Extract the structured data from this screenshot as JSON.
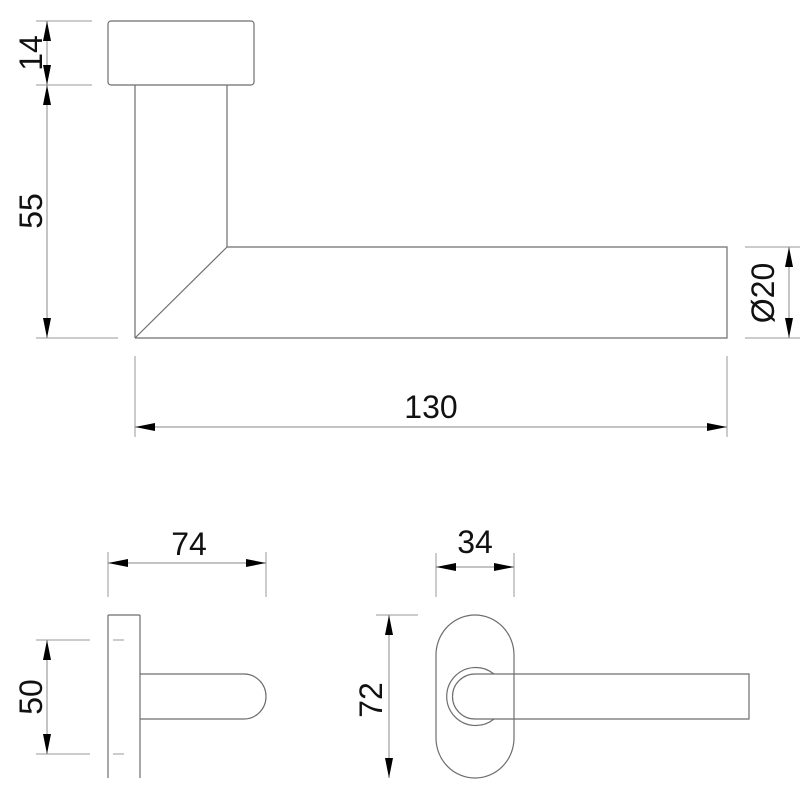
{
  "drawing": {
    "title": "Lever door handle technical drawing",
    "colors": {
      "outline": "#6e6e6e",
      "dimension": "#8a8a8a",
      "text": "#111111",
      "background": "#ffffff"
    }
  },
  "side_view": {
    "dimensions": {
      "rosette_height": "14",
      "neck_height": "55",
      "lever_diameter": "Ø20",
      "overall_length": "130"
    }
  },
  "bottom_left_view": {
    "dimensions": {
      "projection": "74",
      "rosette_diameter": "50"
    }
  },
  "bottom_right_view": {
    "dimensions": {
      "rosette_width": "34",
      "rosette_height": "72"
    }
  }
}
